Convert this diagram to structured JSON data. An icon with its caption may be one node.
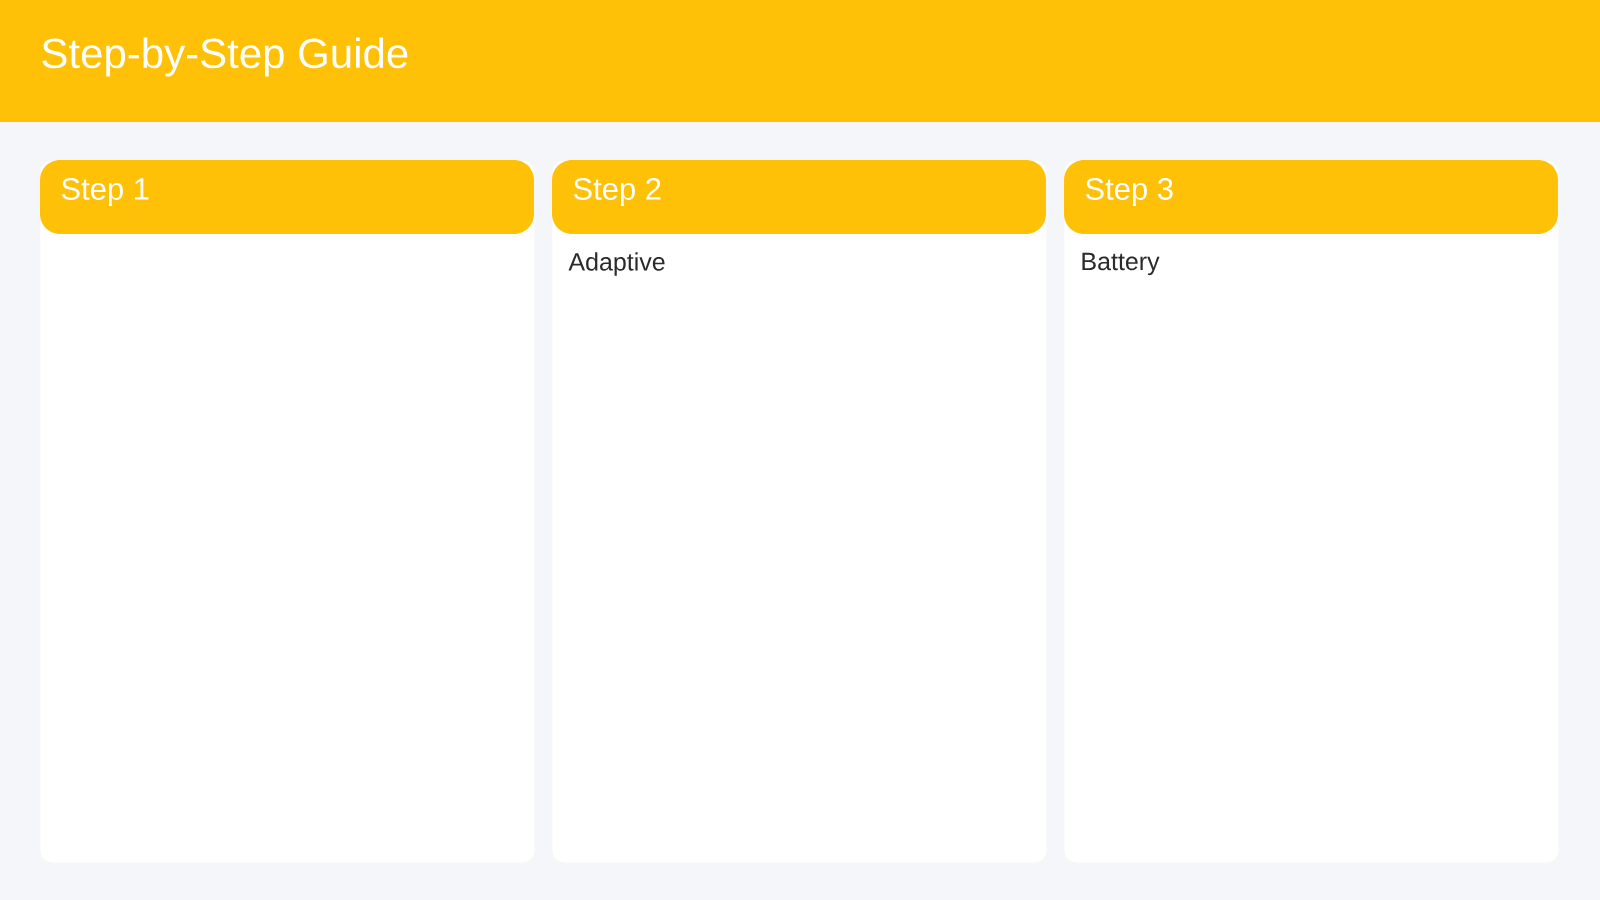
{
  "diagram": {
    "title": "Step-by-Step Guide",
    "nodes": [
      {
        "text": [
          "Step 1"
        ]
      },
      {
        "text": [
          "Step 2",
          "Adaptive"
        ]
      },
      {
        "text": [
          "Step 3",
          "Battery"
        ]
      }
    ]
  }
}
